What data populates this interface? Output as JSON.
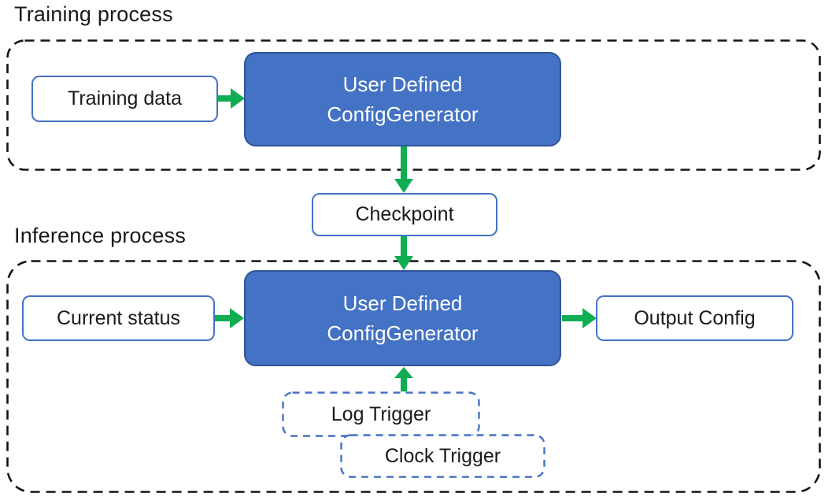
{
  "colors": {
    "generator_fill": "#4472C4",
    "generator_border": "#2F5597",
    "node_border_blue": "#4472C4",
    "arrow_green": "#0FAE52",
    "container_dash": "#141414",
    "text_dark": "#1A1A1A",
    "text_on_blue": "#FFFFFF"
  },
  "training_section": {
    "label": "Training process",
    "training_data_label": "Training data",
    "generator_line1": "User Defined",
    "generator_line2": "ConfigGenerator"
  },
  "checkpoint_label": "Checkpoint",
  "inference_section": {
    "label": "Inference process",
    "current_status_label": "Current status",
    "generator_line1": "User Defined",
    "generator_line2": "ConfigGenerator",
    "output_config_label": "Output Config",
    "log_trigger_label": "Log Trigger",
    "clock_trigger_label": "Clock Trigger"
  }
}
